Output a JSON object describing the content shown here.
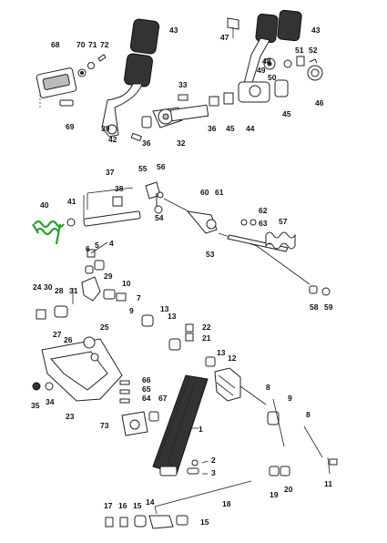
{
  "labels": {
    "p1": "1",
    "p2": "2",
    "p3": "3",
    "p4": "4",
    "p5": "5",
    "p6": "6",
    "p7": "7",
    "p8": "8",
    "p9": "9",
    "p10": "10",
    "p11": "11",
    "p12": "12",
    "p13a": "13",
    "p13b": "13",
    "p13c": "13",
    "p14": "14",
    "p15a": "15",
    "p15b": "15",
    "p16": "16",
    "p17": "17",
    "p18": "18",
    "p19": "19",
    "p20": "20",
    "p21": "21",
    "p22": "22",
    "p23": "23",
    "p24": "24",
    "p25": "25",
    "p26": "26",
    "p27": "27",
    "p28": "28",
    "p29": "29",
    "p30": "30",
    "p31": "31",
    "p32": "32",
    "p33": "33",
    "p34": "34",
    "p35": "35",
    "p36a": "36",
    "p36b": "36",
    "p37": "37",
    "p38": "38",
    "p39": "39",
    "p40": "40",
    "p41": "41",
    "p42": "42",
    "p43a": "43",
    "p43b": "43",
    "p44": "44",
    "p45a": "45",
    "p45b": "45",
    "p46": "46",
    "p47": "47",
    "p48": "48",
    "p49": "49",
    "p50": "50",
    "p51": "51",
    "p52": "52",
    "p53": "53",
    "p54": "54",
    "p55": "55",
    "p56": "56",
    "p57": "57",
    "p58": "58",
    "p59": "59",
    "p60": "60",
    "p61": "61",
    "p62": "62",
    "p63": "63",
    "p64": "64",
    "p65": "65",
    "p66": "66",
    "p67": "67",
    "p68": "68",
    "p69": "69",
    "p70": "70",
    "p71": "71",
    "p72": "72",
    "p73": "73"
  },
  "colors": {
    "highlight": "#28a028",
    "ink": "#222222"
  }
}
